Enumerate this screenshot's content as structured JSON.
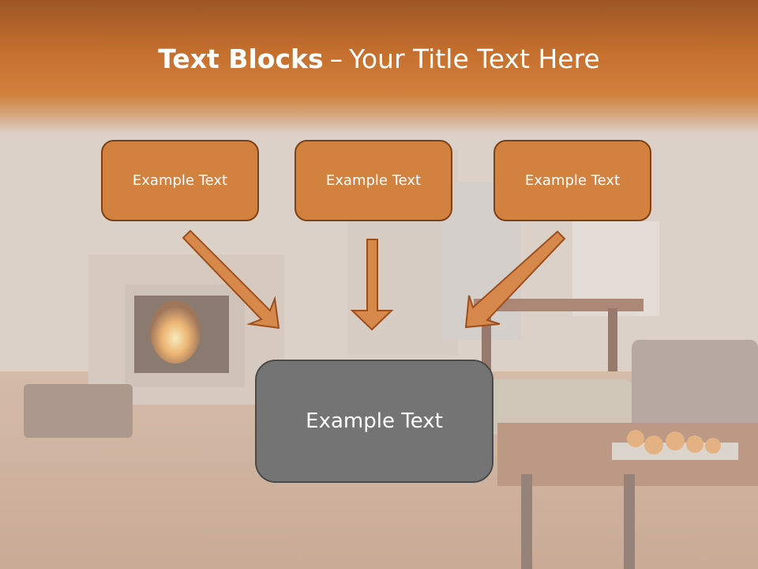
{
  "slide": {
    "title_bold": "Text Blocks",
    "title_dash": "–",
    "title_rest": "Your Title Text Here"
  },
  "blocks": [
    {
      "label": "Example Text"
    },
    {
      "label": "Example Text"
    },
    {
      "label": "Example Text"
    }
  ],
  "target": {
    "label": "Example Text"
  },
  "colors": {
    "header_orange": "#c6702f",
    "box_fill": "#d3813f",
    "box_border": "#7e4015",
    "target_fill": "#747474"
  }
}
